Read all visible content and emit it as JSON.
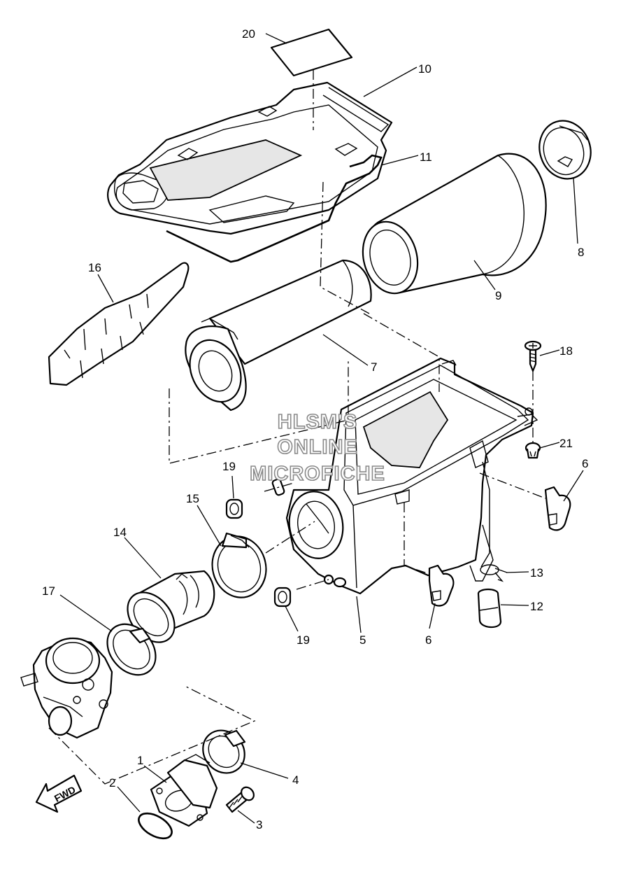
{
  "diagram": {
    "callouts": {
      "p1": "1",
      "p2": "2",
      "p3": "3",
      "p4": "4",
      "p5": "5",
      "p6a": "6",
      "p6b": "6",
      "p7": "7",
      "p8": "8",
      "p9": "9",
      "p10": "10",
      "p11": "11",
      "p12": "12",
      "p13": "13",
      "p14": "14",
      "p15": "15",
      "p16": "16",
      "p17": "17",
      "p18": "18",
      "p19a": "19",
      "p19b": "19",
      "p20": "20",
      "p21": "21"
    },
    "direction_marker": "FWD",
    "watermark": {
      "line1": "HLSM'S",
      "line2": "ONLINE",
      "line3": "MICROFICHE"
    }
  }
}
